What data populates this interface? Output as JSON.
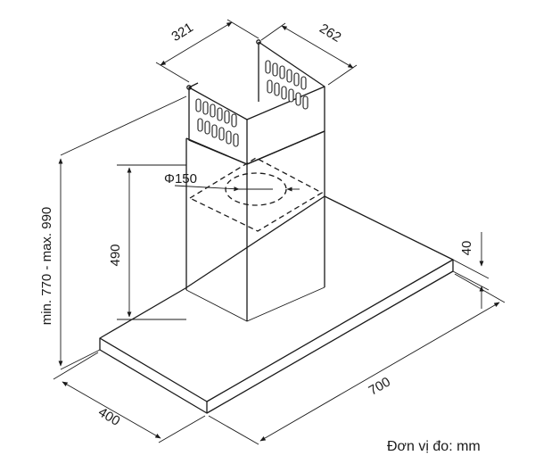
{
  "dimensions": {
    "chimney_width": "321",
    "chimney_depth": "262",
    "duct_diameter": "Φ150",
    "chimney_height": "490",
    "canopy_thickness": "40",
    "total_height": "min. 770 - max. 990",
    "canopy_depth": "400",
    "canopy_width": "700"
  },
  "unit_label": "Đơn vị đo: mm"
}
